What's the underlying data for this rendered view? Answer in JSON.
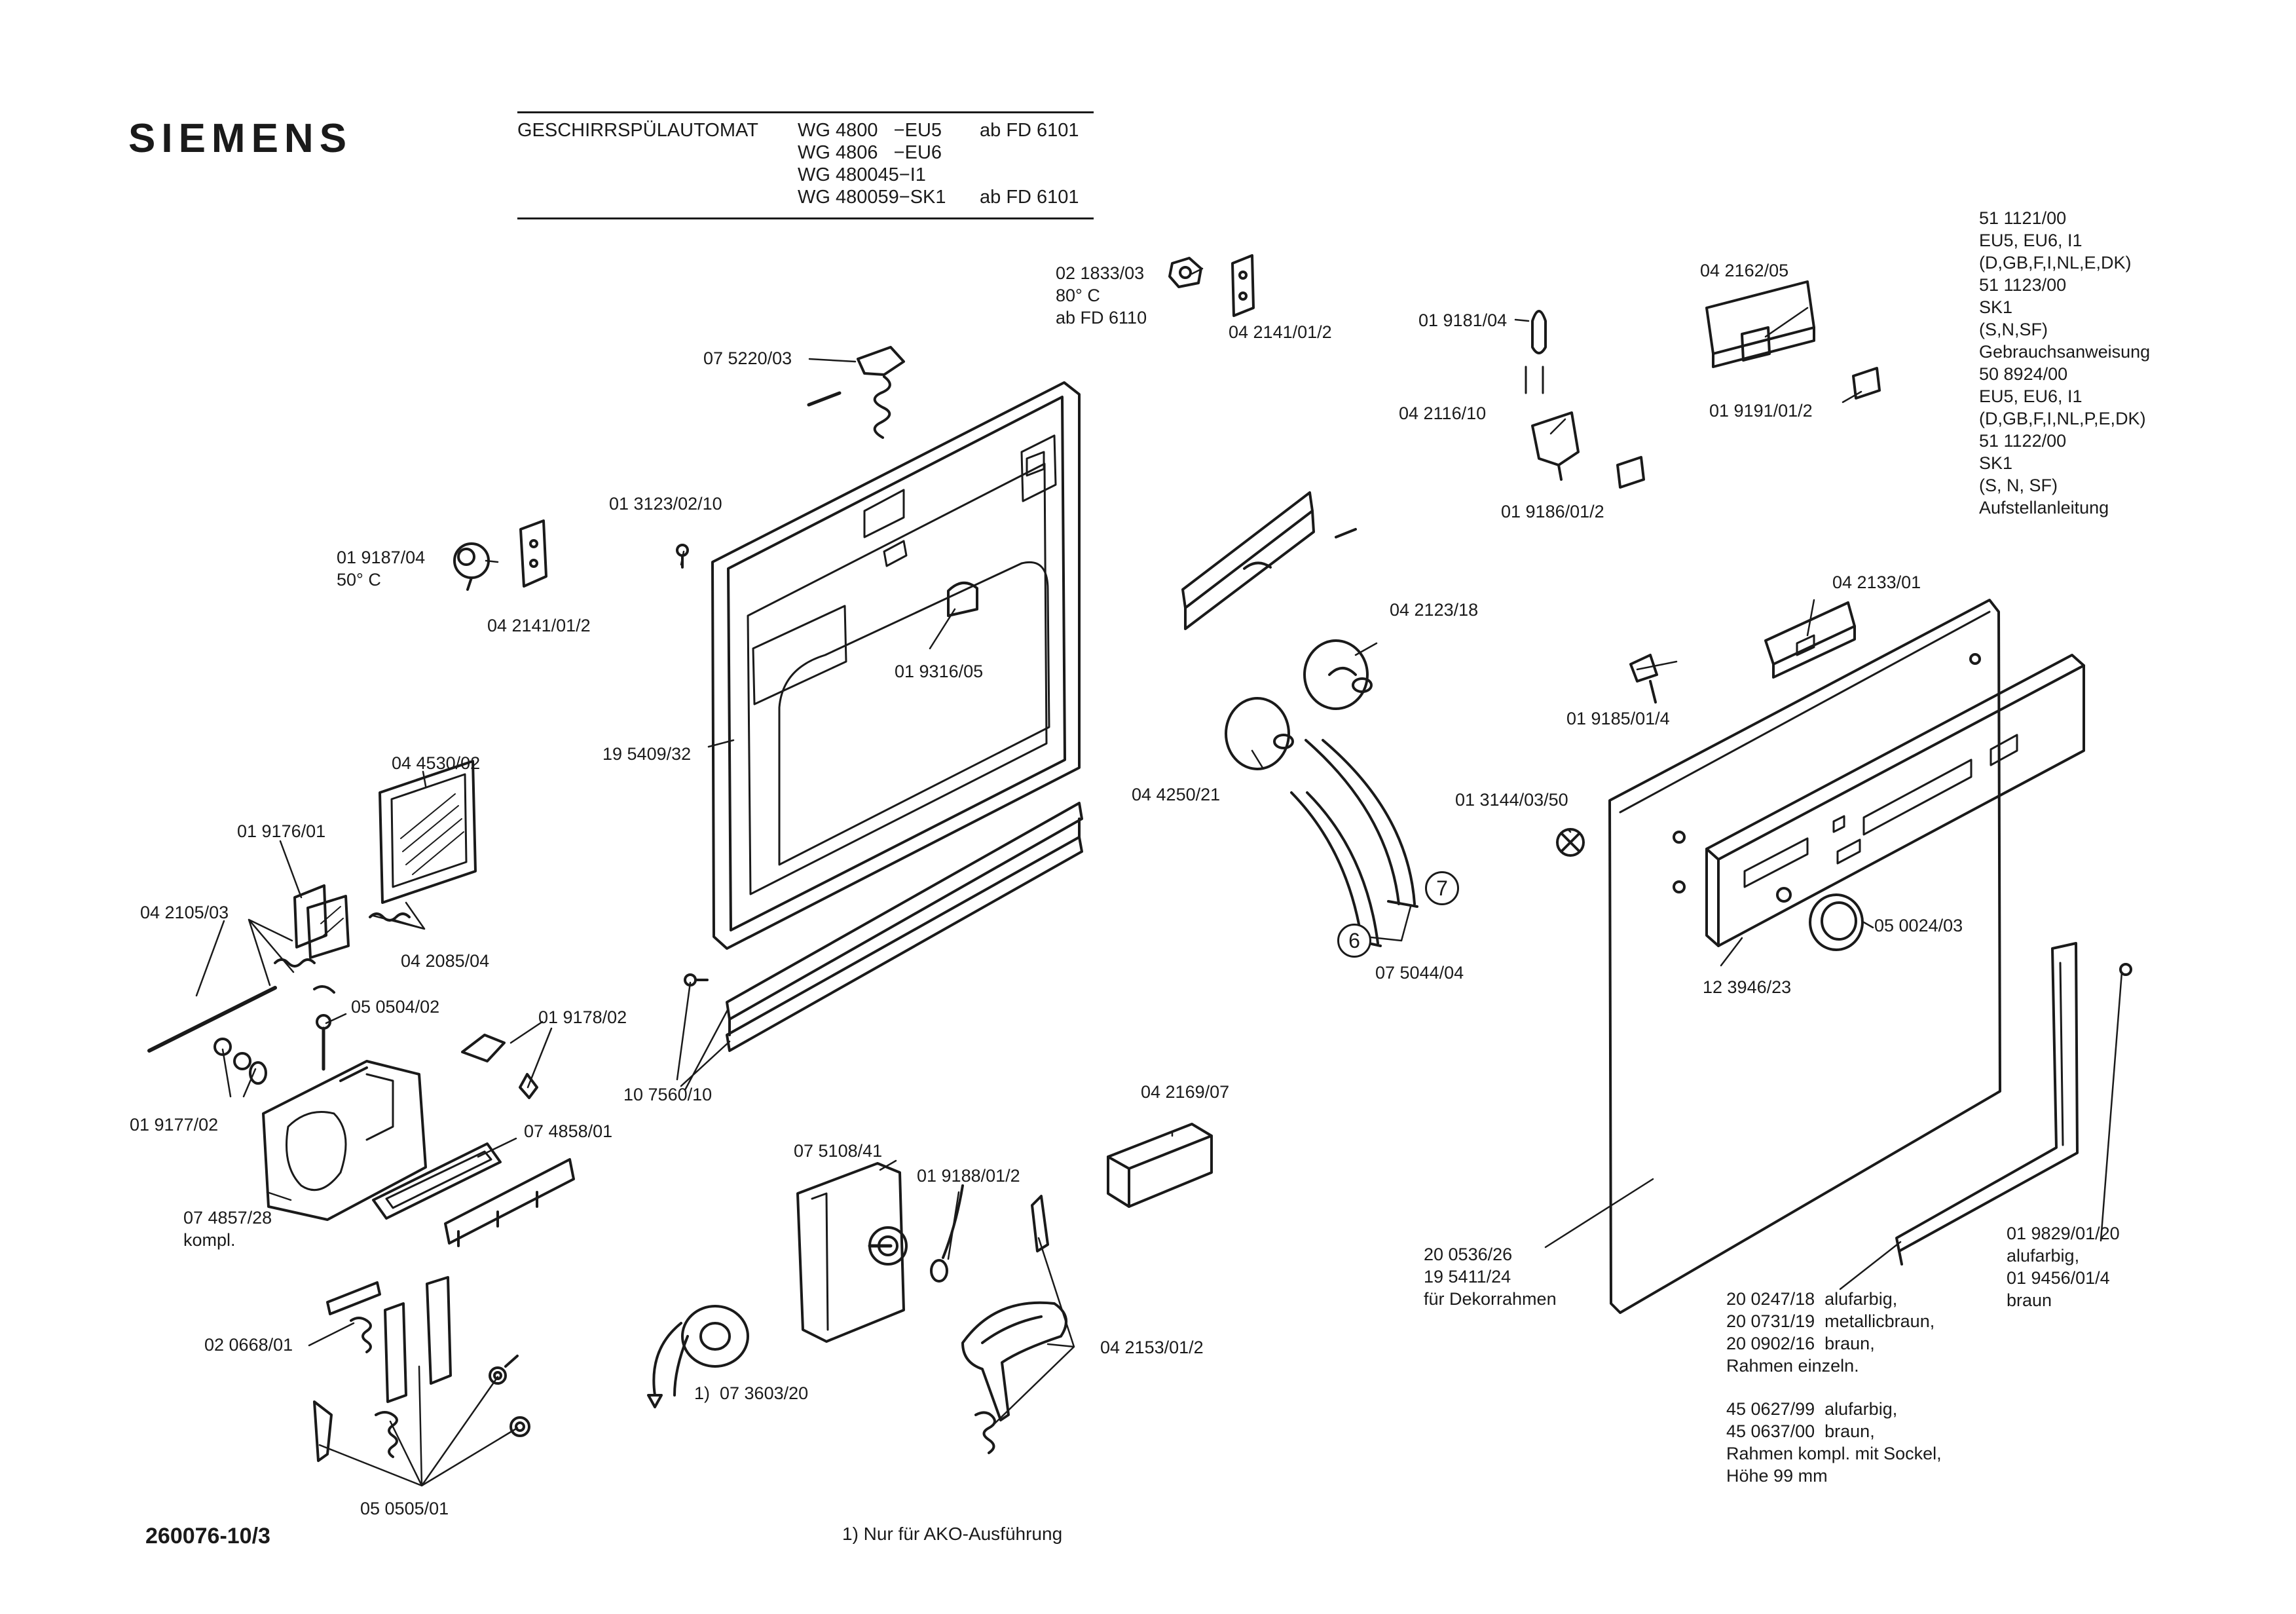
{
  "brand": "SIEMENS",
  "header": {
    "product": "GESCHIRRSPÜLAUTOMAT",
    "models": [
      {
        "model": "WG 4800   −EU5",
        "note": "ab FD 6101"
      },
      {
        "model": "WG 4806   −EU6",
        "note": ""
      },
      {
        "model": "WG 480045−I1",
        "note": ""
      },
      {
        "model": "WG 480059−SK1",
        "note": "ab FD 6101"
      }
    ]
  },
  "document_number": "260076-10/3",
  "footnote": "1) Nur für AKO-Ausführung",
  "circled_marks": [
    "6",
    "7"
  ],
  "documents": [
    "51 1121/00",
    "EU5, EU6, I1",
    "(D,GB,F,I,NL,E,DK)",
    "51 1123/00",
    "SK1",
    "(S,N,SF)",
    "Gebrauchsanweisung",
    "50 8924/00",
    "EU5, EU6, I1",
    "(D,GB,F,I,NL,P,E,DK)",
    "51 1122/00",
    "SK1",
    "(S, N, SF)",
    "Aufstellanleitung"
  ],
  "parts": {
    "p021833": [
      "02 1833/03",
      "80° C",
      "ab FD 6110"
    ],
    "p0421412_top": "04 2141/01/2",
    "p075220": "07 5220/03",
    "p013123": "01 3123/02/10",
    "p019187": [
      "01 9187/04",
      "50° C"
    ],
    "p0421412_left": "04 2141/01/2",
    "p019316": "01 9316/05",
    "p195409": "19 5409/32",
    "p044530": "04 4530/02",
    "p019176": "01 9176/01",
    "p042105": "04 2105/03",
    "p042085": "04 2085/04",
    "p050504": "05 0504/02",
    "p019178": "01 9178/02",
    "p019177": "01 9177/02",
    "p074858": "07 4858/01",
    "p074857": [
      "07 4857/28",
      "kompl."
    ],
    "p107560": "10 7560/10",
    "p019181": "01 9181/04",
    "p042116": "04 2116/10",
    "p042162": "04 2162/05",
    "p019191": "01 9191/01/2",
    "p019186": "01 9186/01/2",
    "p042123": "04 2123/18",
    "p044250": "04 4250/21",
    "p013144": "01 3144/03/50",
    "p075044": "07 5044/04",
    "p042133": "04 2133/01",
    "p019185": "01 9185/01/4",
    "p050024": "05 0024/03",
    "p123946": "12 3946/23",
    "p042169": "04 2169/07",
    "p075108": "07 5108/41",
    "p019188": "01 9188/01/2",
    "p020668": "02 0668/01",
    "p073603": "1)  07 3603/20",
    "p042153": "04 2153/01/2",
    "p050505": "05 0505/01",
    "p200536": [
      "20 0536/26",
      "19 5411/24",
      "für Dekorrahmen"
    ],
    "p200247": [
      "20 0247/18  alufarbig,",
      "20 0731/19  metallicbraun,",
      "20 0902/16  braun,",
      "Rahmen einzeln."
    ],
    "p450627": [
      "45 0627/99  alufarbig,",
      "45 0637/00  braun,",
      "Rahmen kompl. mit Sockel,",
      "Höhe 99 mm"
    ],
    "p019829": [
      "01 9829/01/20",
      "alufarbig,",
      "01 9456/01/4",
      "braun"
    ]
  }
}
